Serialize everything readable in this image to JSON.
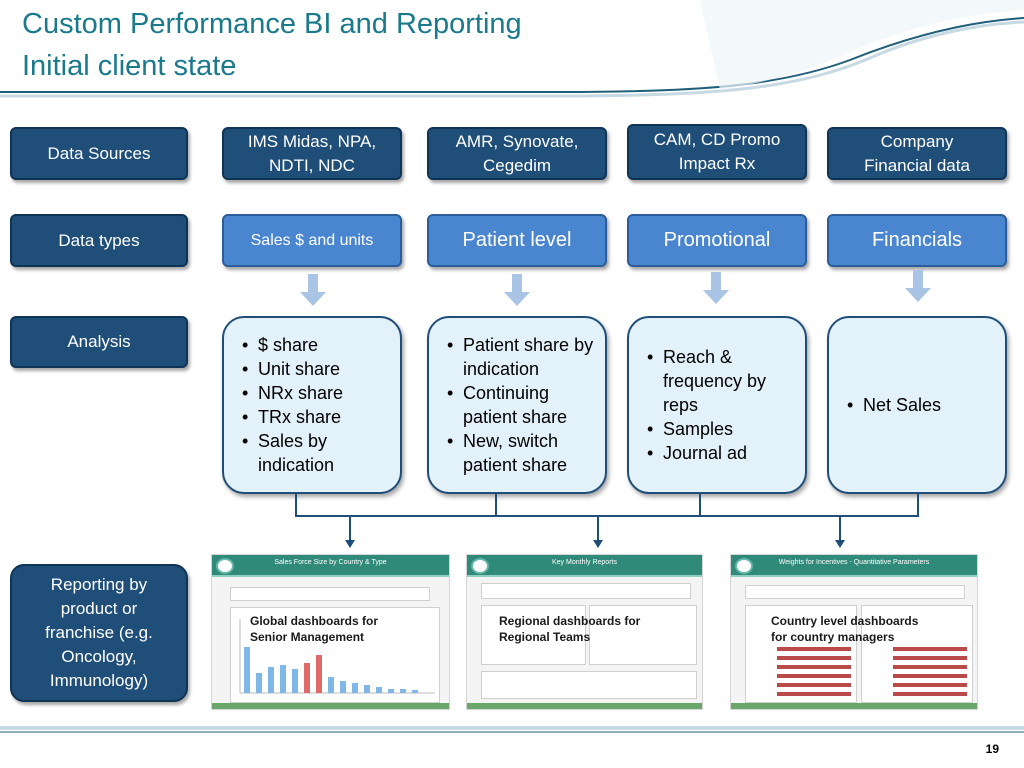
{
  "title": {
    "line1": "Custom Performance BI and Reporting",
    "line2": "Initial client state"
  },
  "row_labels": {
    "data_sources": "Data Sources",
    "data_types": "Data types",
    "analysis": "Analysis",
    "reporting": [
      "Reporting by",
      "product or",
      "franchise (e.g.",
      "Oncology,",
      "Immunology)"
    ]
  },
  "sources": [
    [
      "IMS Midas, NPA,",
      "NDTI, NDC"
    ],
    [
      "AMR, Synovate,",
      "Cegedim"
    ],
    [
      "CAM, CD Promo",
      "Impact Rx"
    ],
    [
      "Company",
      "Financial data"
    ]
  ],
  "types": [
    "Sales $ and units",
    "Patient level",
    "Promotional",
    "Financials"
  ],
  "analysis_items": [
    [
      "$ share",
      "Unit share",
      "NRx share",
      "TRx share",
      "Sales by indication"
    ],
    [
      "Patient share by indication",
      "Continuing patient share",
      "New, switch patient share"
    ],
    [
      "Reach & frequency by reps",
      "Samples",
      "Journal ad"
    ],
    [
      "Net Sales"
    ]
  ],
  "dashboards": [
    {
      "header": "Sales Force Size by Country & Type",
      "label": [
        "Global dashboards for",
        "Senior Management"
      ]
    },
    {
      "header": "Key Monthly Reports",
      "label": [
        "Regional dashboards for",
        "Regional Teams"
      ]
    },
    {
      "header": "Weights for Incentives - Quantitative Parameters",
      "label": [
        "Country level dashboards",
        "for country managers"
      ]
    }
  ],
  "page_number": "19",
  "colors": {
    "title": "#1a7a8c",
    "dark_box": "#1f4e79",
    "light_box": "#4a86cf",
    "analysis_fill": "#e3f1fb",
    "arrow": "#a9c4e4",
    "connector": "#1f4e79"
  }
}
